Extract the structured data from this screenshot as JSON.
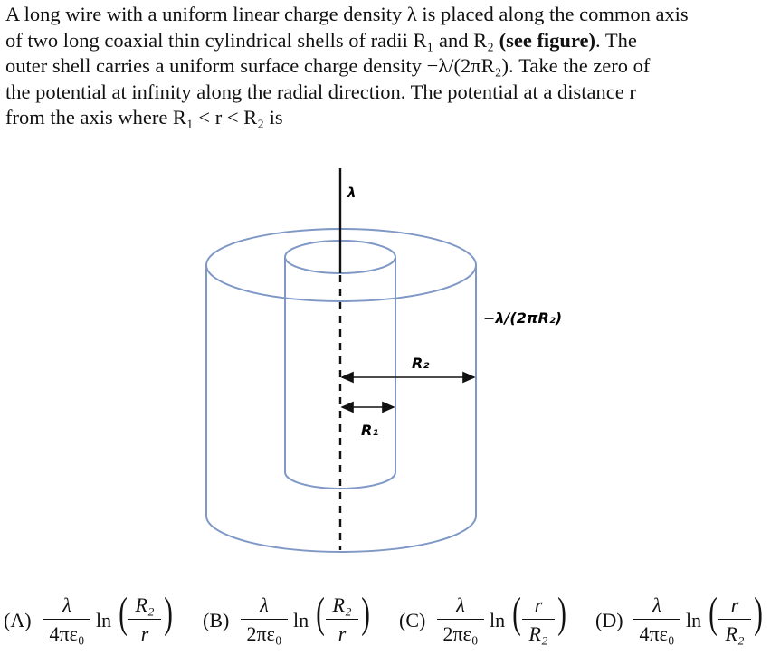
{
  "problem": {
    "line1": "A long wire with a uniform linear charge density λ is placed along the common axis",
    "line2": "of two long coaxial thin cylindrical shells of radii R₁ and R₂",
    "see_figure": "(see figure)",
    "line2_end": ". The",
    "line3": "outer shell carries a uniform surface charge density −λ/(2πR₂). Take the zero of",
    "line4": "the potential at infinity along the radial direction. The potential at a distance r",
    "line5": "from the axis where R₁ < r < R₂ is"
  },
  "figure": {
    "wire_label": "λ",
    "outer_label": "−λ/(2πR₂)",
    "r2_label": "R₂",
    "r1_label": "R₁",
    "colors": {
      "shell": "#7f98c6",
      "wire": "#111111"
    }
  },
  "options": [
    {
      "letter": "(A)",
      "coef_num": "λ",
      "coef_den": "4πε₀",
      "ln": "ln",
      "arg_num": "R₂",
      "arg_den": "r"
    },
    {
      "letter": "(B)",
      "coef_num": "λ",
      "coef_den": "2πε₀",
      "ln": "ln",
      "arg_num": "R₂",
      "arg_den": "r"
    },
    {
      "letter": "(C)",
      "coef_num": "λ",
      "coef_den": "2πε₀",
      "ln": "ln",
      "arg_num": "r",
      "arg_den": "R₂"
    },
    {
      "letter": "(D)",
      "coef_num": "λ",
      "coef_den": "4πε₀",
      "ln": "ln",
      "arg_num": "r",
      "arg_den": "R₂"
    }
  ]
}
